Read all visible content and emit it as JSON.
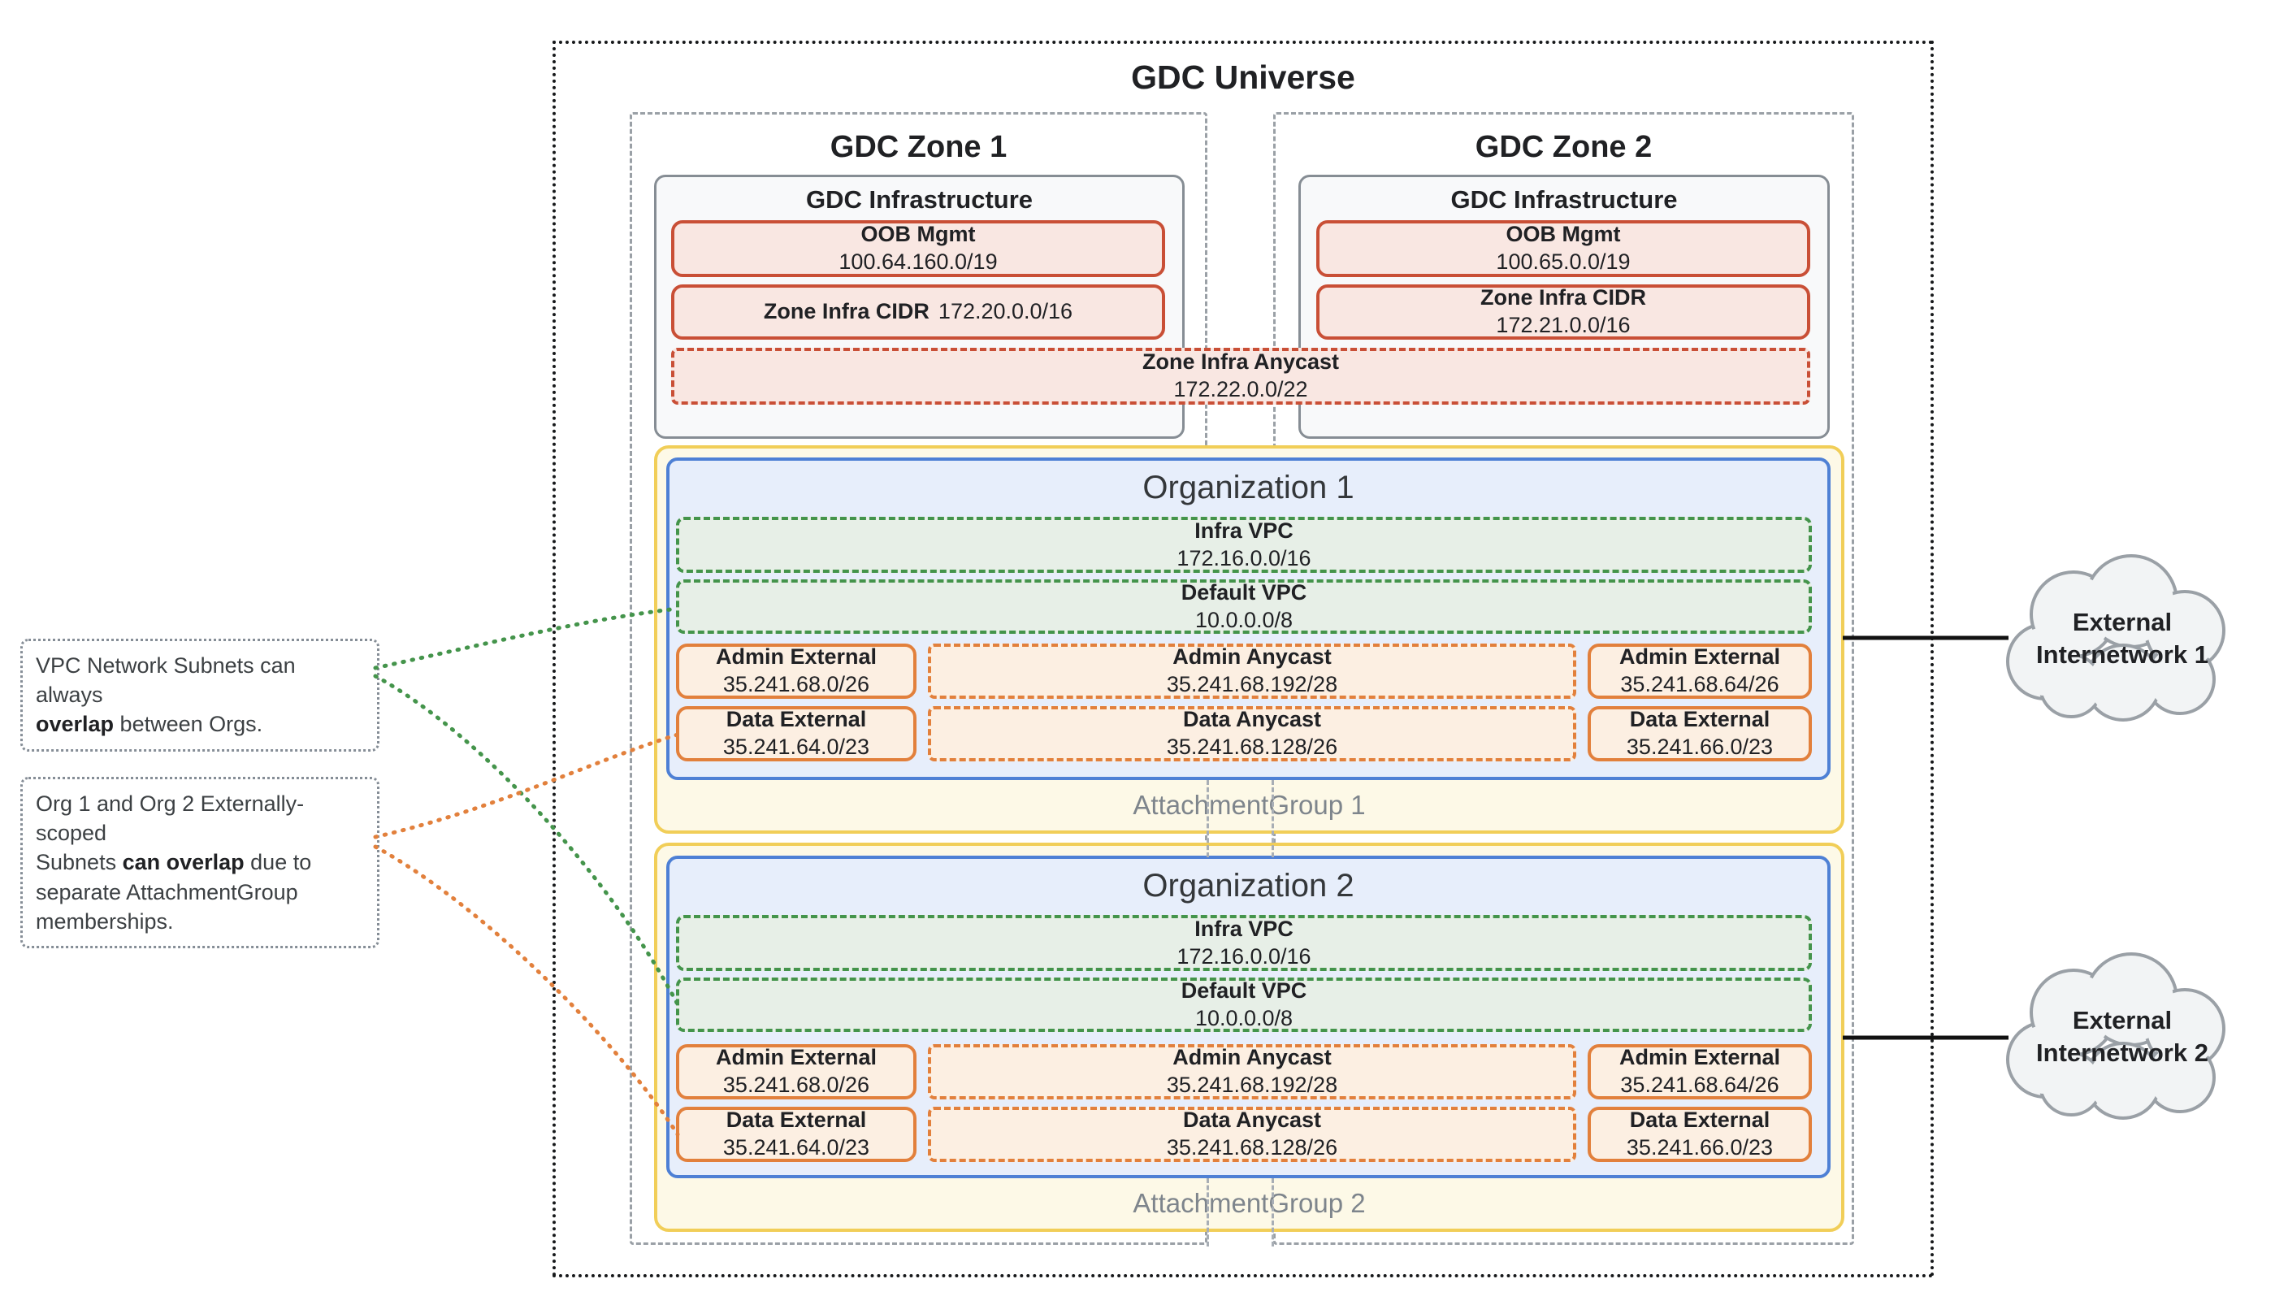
{
  "title": "GDC Universe",
  "zones": [
    {
      "name": "GDC Zone 1",
      "infra_title": "GDC Infrastructure",
      "oob": {
        "label": "OOB Mgmt",
        "value": "100.64.160.0/19"
      },
      "cidr": {
        "label": "Zone Infra CIDR",
        "value": "172.20.0.0/16"
      }
    },
    {
      "name": "GDC Zone 2",
      "infra_title": "GDC Infrastructure",
      "oob": {
        "label": "OOB Mgmt",
        "value": "100.65.0.0/19"
      },
      "cidr": {
        "label": "Zone Infra CIDR",
        "value": "172.21.0.0/16"
      }
    }
  ],
  "zone_infra_anycast": {
    "label": "Zone Infra Anycast",
    "value": "172.22.0.0/22"
  },
  "organizations": [
    {
      "title": "Organization 1",
      "attachment_group": "AttachmentGroup 1",
      "infra_vpc": {
        "label": "Infra VPC",
        "value": "172.16.0.0/16"
      },
      "default_vpc": {
        "label": "Default VPC",
        "value": "10.0.0.0/8"
      },
      "admin_external_left": {
        "label": "Admin External",
        "value": "35.241.68.0/26"
      },
      "admin_anycast": {
        "label": "Admin Anycast",
        "value": "35.241.68.192/28"
      },
      "admin_external_right": {
        "label": "Admin External",
        "value": "35.241.68.64/26"
      },
      "data_external_left": {
        "label": "Data External",
        "value": "35.241.64.0/23"
      },
      "data_anycast": {
        "label": "Data Anycast",
        "value": "35.241.68.128/26"
      },
      "data_external_right": {
        "label": "Data External",
        "value": "35.241.66.0/23"
      }
    },
    {
      "title": "Organization 2",
      "attachment_group": "AttachmentGroup 2",
      "infra_vpc": {
        "label": "Infra VPC",
        "value": "172.16.0.0/16"
      },
      "default_vpc": {
        "label": "Default VPC",
        "value": "10.0.0.0/8"
      },
      "admin_external_left": {
        "label": "Admin External",
        "value": "35.241.68.0/26"
      },
      "admin_anycast": {
        "label": "Admin Anycast",
        "value": "35.241.68.192/28"
      },
      "admin_external_right": {
        "label": "Admin External",
        "value": "35.241.68.64/26"
      },
      "data_external_left": {
        "label": "Data External",
        "value": "35.241.64.0/23"
      },
      "data_anycast": {
        "label": "Data Anycast",
        "value": "35.241.68.128/26"
      },
      "data_external_right": {
        "label": "Data External",
        "value": "35.241.66.0/23"
      }
    }
  ],
  "annotations": [
    {
      "line1": "VPC Network Subnets can always",
      "line2_bold": "overlap",
      "line2_rest": " between Orgs."
    },
    {
      "line1": "Org 1 and Org 2 Externally-scoped",
      "line2_pre": "Subnets ",
      "line2_bold": "can overlap",
      "line2_post": " due to",
      "line3": "separate AttachmentGroup",
      "line4": "memberships."
    }
  ],
  "externals": [
    {
      "line1": "External",
      "line2": "Internetwork 1"
    },
    {
      "line1": "External",
      "line2": "Internetwork 2"
    }
  ],
  "colors": {
    "red": "#c94f36",
    "red_fill": "#f9e7e2",
    "green": "#44944b",
    "green_fill": "#e7efe7",
    "orange": "#e2803c",
    "orange_fill": "#fcefe2",
    "blue": "#4e80d5",
    "blue_fill": "#e7eefb",
    "yellow": "#f1ce58",
    "yellow_fill": "#fdf9e7",
    "gray": "#9aa0a6"
  }
}
